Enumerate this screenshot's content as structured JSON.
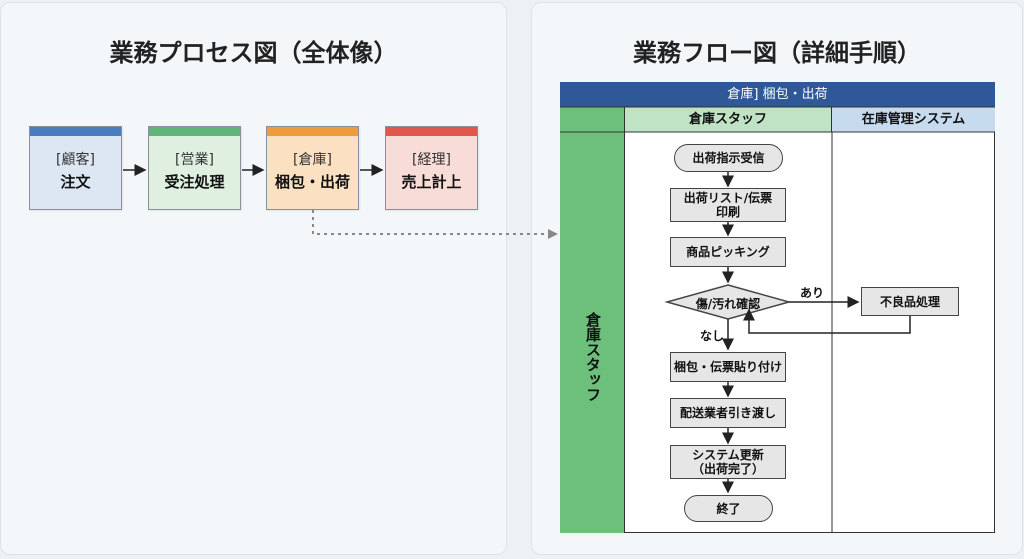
{
  "left_panel": {
    "title": "業務プロセス図（全体像）",
    "cards": [
      {
        "role": "[顧客]",
        "task": "注文",
        "bar_color": "#4a7cc0",
        "fill": "#dce7f3"
      },
      {
        "role": "[営業]",
        "task": "受注処理",
        "bar_color": "#5fb57a",
        "fill": "#dff0e1"
      },
      {
        "role": "[倉庫]",
        "task": "梱包・出荷",
        "bar_color": "#ee9b3c",
        "fill": "#fbe1c1"
      },
      {
        "role": "[経理]",
        "task": "売上計上",
        "bar_color": "#e0574f",
        "fill": "#f8dcd8"
      }
    ]
  },
  "right_panel": {
    "title": "業務フロー図（詳細手順）",
    "lane_title": "倉庫] 梱包・出荷",
    "columns": [
      {
        "label": "倉庫スタッフ",
        "fill": "#bfe3c4"
      },
      {
        "label": "在庫管理システム",
        "fill": "#c7dbef"
      }
    ],
    "row_label": "倉庫スタッフ",
    "steps": {
      "start": "出荷指示受信",
      "print": "出荷リスト/伝票\n印刷",
      "picking": "商品ピッキング",
      "check": "傷/汚れ確認",
      "defect": "不良品処理",
      "pack": "梱包・伝票貼り付け",
      "handover": "配送業者引き渡し",
      "update": "システム更新\n（出荷完了）",
      "end": "終了"
    },
    "edge_labels": {
      "yes": "あり",
      "no": "なし"
    }
  }
}
